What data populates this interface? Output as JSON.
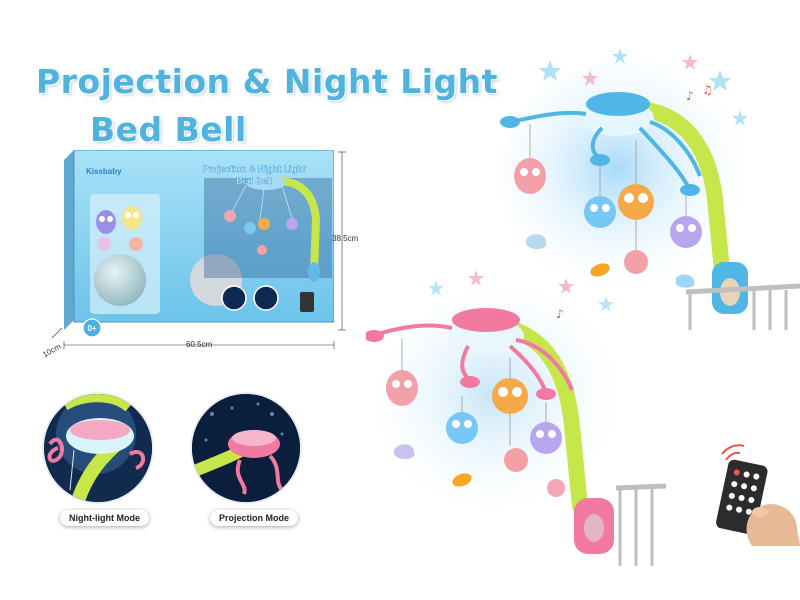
{
  "headline": {
    "line1": "Projection & Night Light",
    "line2": "Bed Bell"
  },
  "package": {
    "brand": "Kissbaby",
    "title_line1": "Projection & Night Light",
    "title_line2": "Bed Bell",
    "age_badge": "0+",
    "width_label": "60.5cm",
    "height_label": "38.5cm",
    "depth_label": "10cm"
  },
  "modes": [
    {
      "label": "Night-light Mode"
    },
    {
      "label": "Projection Mode"
    }
  ],
  "colors": {
    "title": "#4fb3dd",
    "blue_mobile": "#4fb6e6",
    "pink_mobile": "#f27aa0",
    "arm": "#c6e64a",
    "package": "#8fd3f0"
  },
  "icons": [
    "star-icon",
    "music-note-icon",
    "wifi-signal-icon"
  ]
}
